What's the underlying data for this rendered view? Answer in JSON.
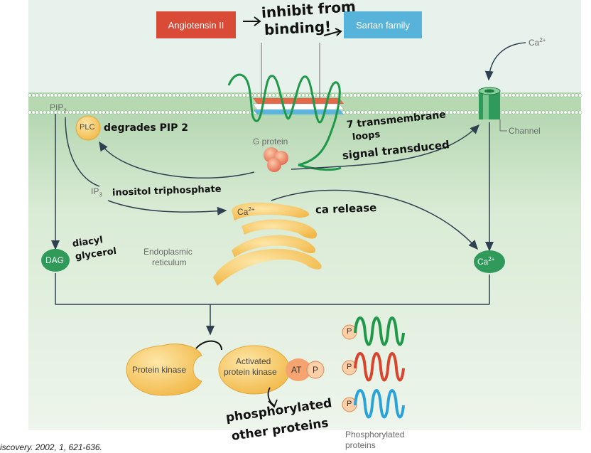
{
  "boxes": {
    "angiotensin": "Angiotensin II",
    "sartan": "Sartan family"
  },
  "labels": {
    "ca_outside": "Ca",
    "ca_outside_sup": "2+",
    "pip": "PIP",
    "pip_sub": "2",
    "plc": "PLC",
    "g_protein": "G protein",
    "channel": "Channel",
    "ip": "IP",
    "ip_sub": "3",
    "ca_er": "Ca",
    "ca_er_sup": "2+",
    "dag": "DAG",
    "er_line1": "Endoplasmic",
    "er_line2": "reticulum",
    "ca_right": "Ca",
    "ca_right_sup": "2+",
    "protein_kinase": "Protein kinase",
    "activated_line1": "Activated",
    "activated_line2": "protein kinase",
    "atp": "AT",
    "p": "P",
    "phospho_line1": "Phosphorylated",
    "phospho_line2": "proteins"
  },
  "annotations": {
    "inhibit_line1": "inhibit from",
    "inhibit_line2": "binding!",
    "degrades": "degrades PIP 2",
    "transmembrane_line1": "7 transmembrane",
    "transmembrane_line2": "loops",
    "signal": "signal transduced",
    "inositol": "inositol triphosphate",
    "ca_release": "ca release",
    "diacyl_line1": "diacyl",
    "diacyl_line2": "glycerol",
    "phospho_line1": "phosphorylated",
    "phospho_line2": "other proteins"
  },
  "citation": "iscovery. 2002, 1, 621-636.",
  "colors": {
    "membrane_bg": "#c6dfc6",
    "cell_bg": "#e2efdf",
    "red_box": "#d94a37",
    "blue_box": "#57b3da",
    "kinase": "#f5c96a",
    "green": "#20984a",
    "red": "#d8442c",
    "blue": "#2ba3d9"
  }
}
